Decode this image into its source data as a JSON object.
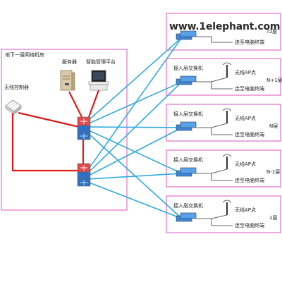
{
  "watermark": "www.1elephant.com",
  "core_room": {
    "title": "地下一层网络机房",
    "server_label": "服务器",
    "mgmt_label": "智能管理平台",
    "wlc_label": "无线控制器"
  },
  "floors": [
    {
      "floor": "?2层",
      "switch": "",
      "ap": "",
      "terminal": "连至电脑终端"
    },
    {
      "floor": "N+1层",
      "switch": "接入层交换机",
      "ap": "无线AP点",
      "terminal": "连至电脑终端"
    },
    {
      "floor": "N层",
      "switch": "接入层交换机",
      "ap": "无线AP点",
      "terminal": "连至电脑终端"
    },
    {
      "floor": "N-1层",
      "switch": "接入层交换机",
      "ap": "无线AP点",
      "terminal": "连至电脑终端"
    },
    {
      "floor": "1层",
      "switch": "接入层交换机",
      "ap": "无线AP点",
      "terminal": "连至电脑终端"
    }
  ],
  "colors": {
    "trunk": "#33aadd",
    "core_link": "#dd1c1c",
    "frame": "#d955c2"
  }
}
